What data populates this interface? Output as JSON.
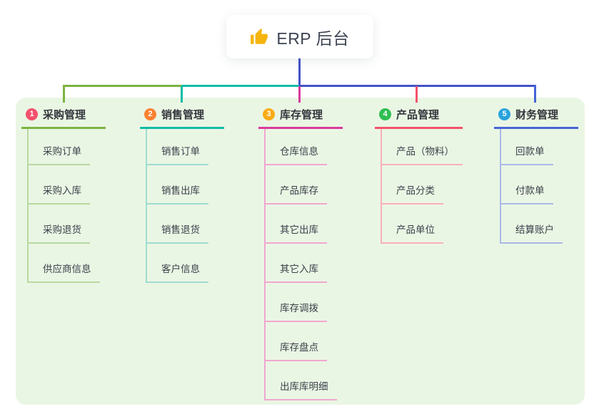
{
  "root": {
    "title": "ERP 后台",
    "icon": "thumbs-up-icon",
    "icon_color": "#f5b40e"
  },
  "panel_color": "#eaf6e4",
  "connector_color": "#4353c8",
  "branches": [
    {
      "badge": "1",
      "label": "采购管理",
      "badge_color": "#f4516c",
      "line_color": "#7cb342",
      "light_line_color": "#b7d99f",
      "children": [
        "采购订单",
        "采购入库",
        "采购退货",
        "供应商信息"
      ]
    },
    {
      "badge": "2",
      "label": "销售管理",
      "badge_color": "#fa8231",
      "line_color": "#12bca6",
      "light_line_color": "#9fdcd0",
      "children": [
        "销售订单",
        "销售出库",
        "销售退货",
        "客户信息"
      ]
    },
    {
      "badge": "3",
      "label": "库存管理",
      "badge_color": "#f9ab14",
      "line_color": "#d93a9d",
      "light_line_color": "#f2a6cf",
      "children": [
        "仓库信息",
        "产品库存",
        "其它出库",
        "其它入库",
        "库存调拨",
        "库存盘点",
        "出库库明细"
      ]
    },
    {
      "badge": "4",
      "label": "产品管理",
      "badge_color": "#2fbe52",
      "line_color": "#f4516c",
      "light_line_color": "#f8b0ba",
      "children": [
        "产品（物料）",
        "产品分类",
        "产品单位"
      ]
    },
    {
      "badge": "5",
      "label": "财务管理",
      "badge_color": "#29a3dd",
      "line_color": "#4764d6",
      "light_line_color": "#a9b9e8",
      "children": [
        "回款单",
        "付款单",
        "结算账户"
      ]
    }
  ]
}
